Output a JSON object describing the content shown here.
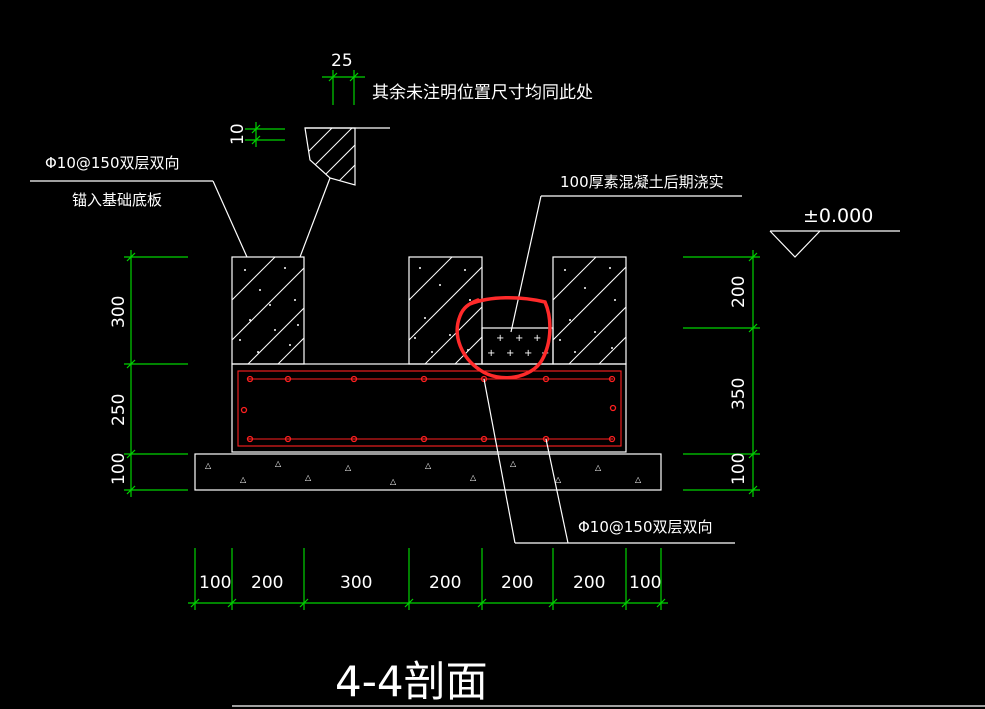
{
  "notes": {
    "dim_25": "25",
    "dim_10": "10",
    "general_note": "其余未注明位置尺寸均同此处",
    "rebar_left_line1": "Φ10@150双层双向",
    "rebar_left_line2": "锚入基础底板",
    "fill_note": "100厚素混凝土后期浇实",
    "elevation": "±0.000",
    "rebar_bottom": "Φ10@150双层双向"
  },
  "left_dims": [
    "300",
    "250",
    "100"
  ],
  "right_dims": [
    "200",
    "350",
    "100"
  ],
  "bottom_dims": [
    "100",
    "200",
    "300",
    "200",
    "200",
    "200",
    "100"
  ],
  "title": "4-4剖面",
  "colors": {
    "background": "#000000",
    "dimension": "#00d200",
    "outline": "#ffffff",
    "rebar": "#ff2020",
    "highlight": "#ff2a2a"
  }
}
